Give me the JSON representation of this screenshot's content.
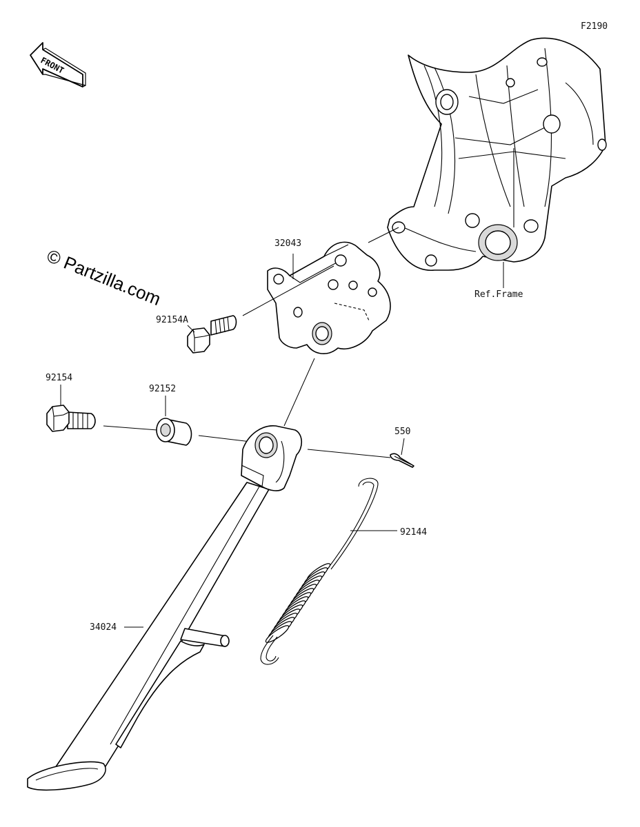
{
  "diagram_code": "F2190",
  "front_label": "FRONT",
  "watermark": "© Partzilla.com",
  "parts": {
    "bracket": "32043",
    "bracket_bolt": "92154A",
    "pivot_bolt": "92154",
    "collar": "92152",
    "cotter_pin": "550",
    "spring": "92144",
    "side_stand": "34024",
    "frame_ref": "Ref.Frame"
  }
}
